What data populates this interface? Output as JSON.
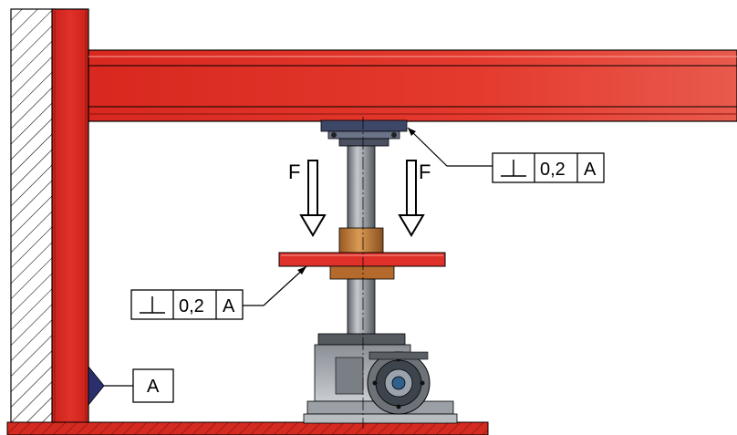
{
  "force_labels": {
    "left": "F",
    "right": "F"
  },
  "feature_control_frames": {
    "top": {
      "symbol_icon": "perpendicularity-icon",
      "tolerance": "0,2",
      "datum": "A"
    },
    "bottom": {
      "symbol_icon": "perpendicularity-icon",
      "tolerance": "0,2",
      "datum": "A"
    }
  },
  "datum_feature": {
    "label": "A"
  },
  "colors": {
    "structure_red": "#e0302a",
    "structure_dark": "#b01e18",
    "bronze_nut": "#c07a3a",
    "jack_steel": "#8a8f96",
    "jack_dark": "#4f545a",
    "datum_triangle": "#2a2f6e"
  }
}
